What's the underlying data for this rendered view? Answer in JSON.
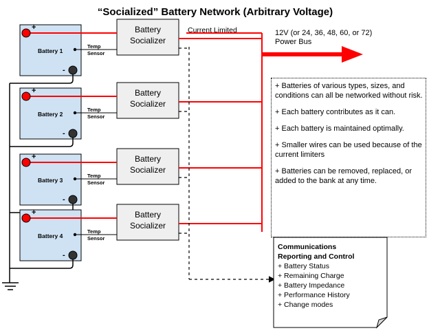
{
  "title": "“Socialized” Battery Network (Arbitrary Voltage)",
  "batteries": [
    {
      "label": "Battery 1"
    },
    {
      "label": "Battery 2"
    },
    {
      "label": "Battery 3"
    },
    {
      "label": "Battery 4"
    }
  ],
  "terminal_plus": "+",
  "terminal_minus": "-",
  "socializer_line1": "Battery",
  "socializer_line2": "Socializer",
  "temp_line1": "Temp",
  "temp_line2": "Sensor",
  "current_limited": "Current Limited",
  "bus_line1": "12V (or 24, 36, 48, 60, or 72)",
  "bus_line2": "Power Bus",
  "benefits": [
    "+ Batteries of various types, sizes, and conditions can all be networked without risk.",
    "+ Each battery contributes as it can.",
    "+ Each battery is maintained optimally.",
    "+ Smaller wires can be used because of the current limiters",
    "+ Batteries can be removed, replaced, or added to the bank at any time."
  ],
  "comms": {
    "heading_line1": "Communications",
    "heading_line2": "Reporting and  Control",
    "items": [
      "+ Battery Status",
      "+ Remaining Charge",
      "+ Battery Impedance",
      "+ Performance History",
      "+ Change modes"
    ]
  },
  "colors": {
    "battery_fill": "#cfe2f3",
    "wire_red": "#ff0000",
    "socializer_fill": "#efefef",
    "terminal_minus": "#333333"
  }
}
